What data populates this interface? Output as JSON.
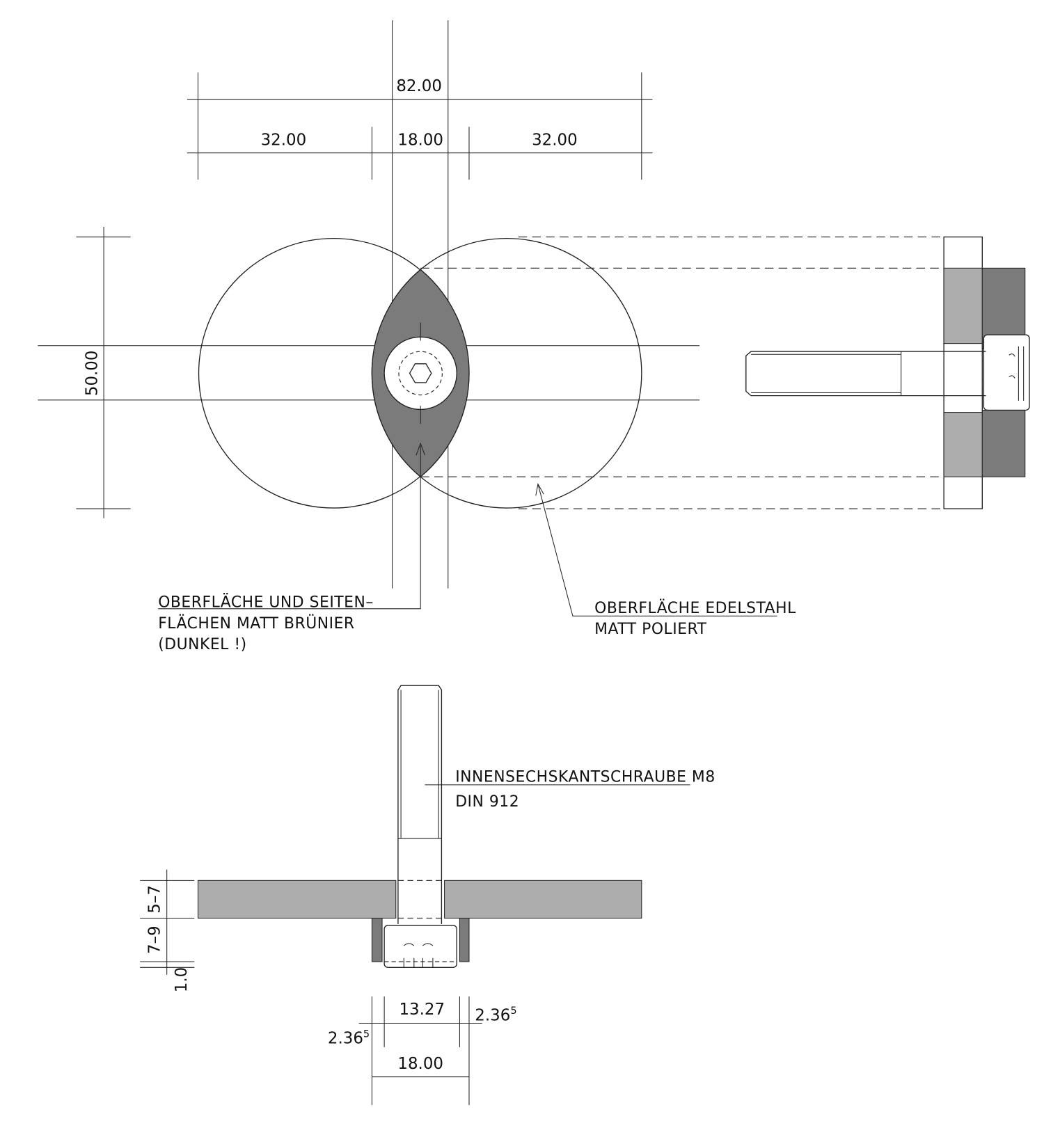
{
  "colors": {
    "dark_fill": "#7b7b7b",
    "light_fill": "#adadad",
    "line": "#222222"
  },
  "top_view": {
    "dims": {
      "overall": "82.00",
      "left": "32.00",
      "middle": "18.00",
      "right": "32.00",
      "height": "50.00"
    }
  },
  "notes": {
    "lens_line1": "OBERFLÄCHE UND SEITEN–",
    "lens_line2": "FLÄCHEN MATT BRÜNIER",
    "lens_line3": "(DUNKEL !)",
    "disc_line1": "OBERFLÄCHE EDELSTAHL",
    "disc_line2": "MATT POLIERT",
    "bolt_line1": "INNENSECHSKANTSCHRAUBE M8",
    "bolt_line2": "DIN 912"
  },
  "section_view": {
    "dims": {
      "plate": "5–7",
      "head": "7–9",
      "gap": "1.0",
      "inner": "13.27",
      "side_base": "2.36",
      "side_sup": "5",
      "outer": "18.00"
    }
  }
}
